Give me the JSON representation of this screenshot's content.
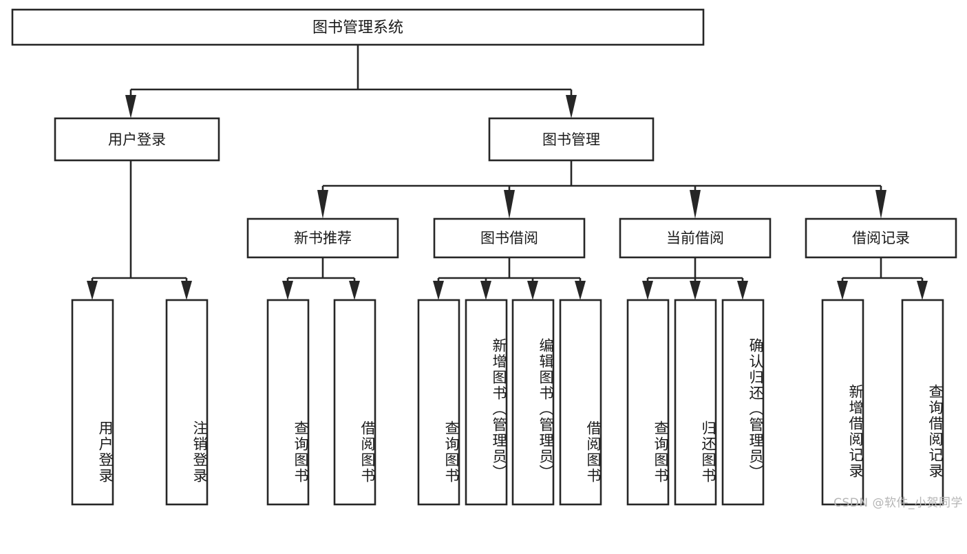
{
  "diagram": {
    "title": "图书管理系统",
    "type": "tree",
    "orientation": "top-down",
    "colors": {
      "box_stroke": "#262626",
      "box_fill": "#ffffff",
      "connector": "#262626",
      "text": "#1a1a1a",
      "background": "#ffffff",
      "watermark": "#b5b5b5"
    },
    "root": {
      "label": "图书管理系统"
    },
    "level2": [
      {
        "label": "用户登录"
      },
      {
        "label": "图书管理"
      }
    ],
    "level3": [
      {
        "label": "新书推荐"
      },
      {
        "label": "图书借阅"
      },
      {
        "label": "当前借阅"
      },
      {
        "label": "借阅记录"
      }
    ],
    "leaves": {
      "user_login": [
        {
          "label": "用户登录"
        },
        {
          "label": "注销登录"
        }
      ],
      "new_book_rec": [
        {
          "label": "查询图书"
        },
        {
          "label": "借阅图书"
        }
      ],
      "book_borrow": [
        {
          "label": "查询图书"
        },
        {
          "label": "新增图书（管理员）"
        },
        {
          "label": "编辑图书（管理员）"
        },
        {
          "label": "借阅图书"
        }
      ],
      "current_borrow": [
        {
          "label": "查询图书"
        },
        {
          "label": "归还图书"
        },
        {
          "label": "确认归还（管理员）"
        }
      ],
      "borrow_record": [
        {
          "label": "新增借阅记录"
        },
        {
          "label": "查询借阅记录"
        }
      ]
    }
  },
  "watermark": {
    "text": "CSDN @软件_小贺同学"
  }
}
